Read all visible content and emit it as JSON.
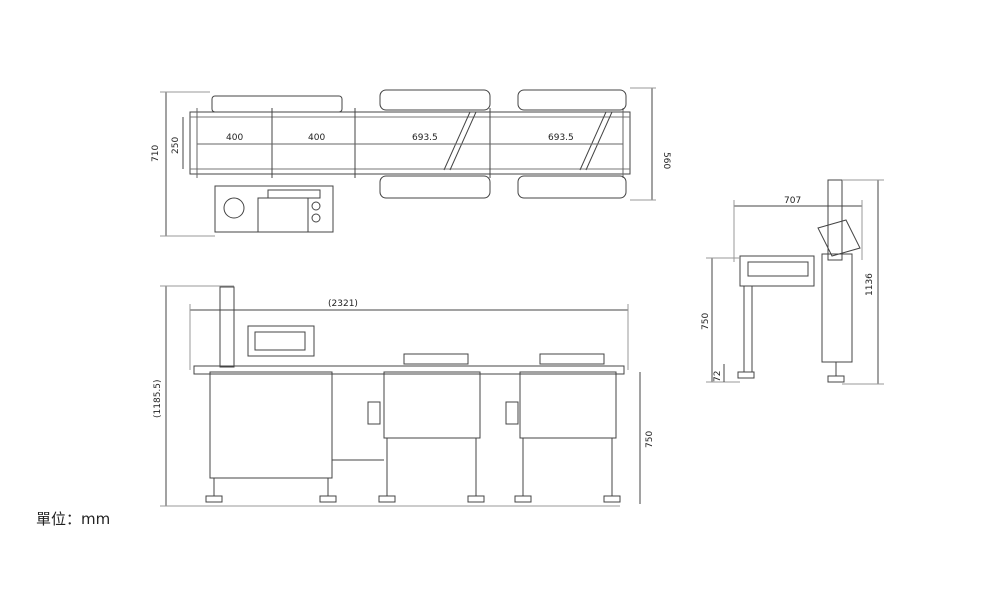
{
  "unit_label": "單位：mm",
  "top_view": {
    "total_depth": "710",
    "belt_width": "250",
    "frame_depth": "560",
    "sections": [
      "400",
      "400",
      "693.5",
      "693.5"
    ]
  },
  "front_view": {
    "total_length": "(2321)",
    "total_height": "(1185.5)",
    "belt_height": "750"
  },
  "side_view": {
    "depth": "707",
    "height": "1136",
    "belt_height": "750",
    "foot_height": "72"
  }
}
